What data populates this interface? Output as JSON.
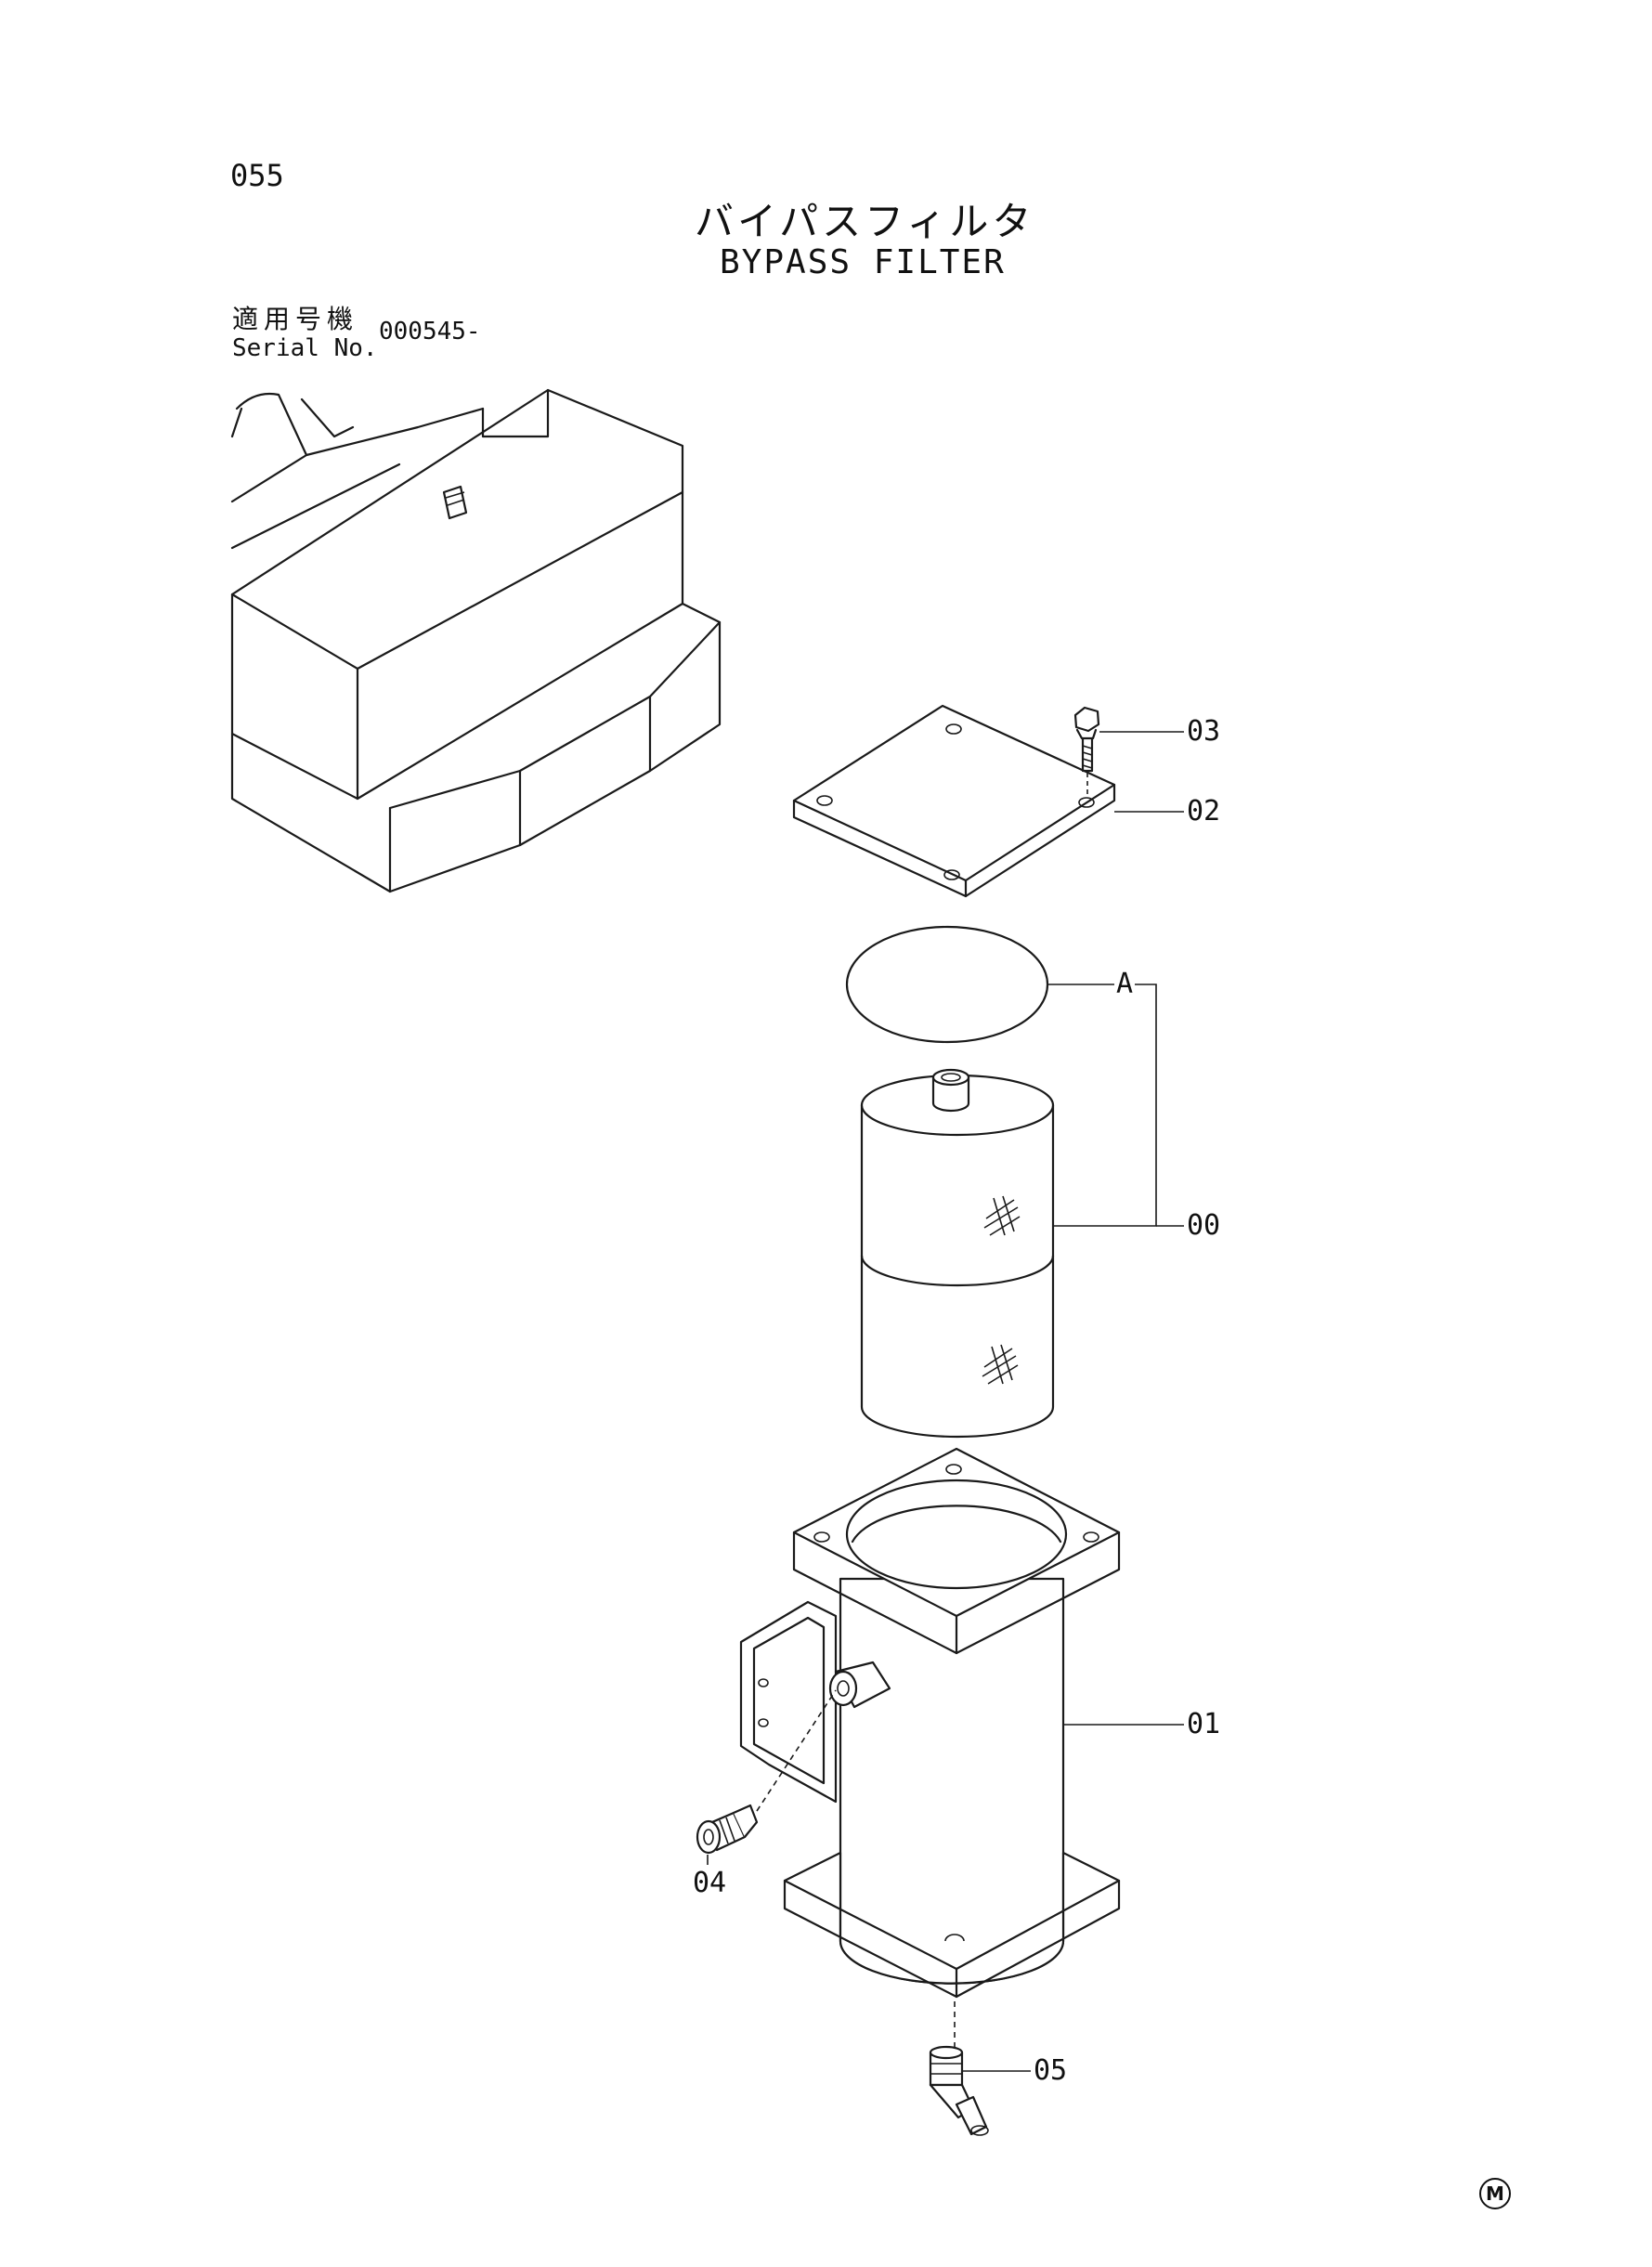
{
  "header": {
    "page_number": "055",
    "title_jp": "バイパスフィルタ",
    "title_en": "BYPASS FILTER",
    "serial_label_jp": "適用号機",
    "serial_label_en": "Serial No.",
    "serial_value": "000545-"
  },
  "callouts": [
    {
      "id": "03",
      "label": "03"
    },
    {
      "id": "02",
      "label": "02"
    },
    {
      "id": "A",
      "label": "A"
    },
    {
      "id": "00",
      "label": "00"
    },
    {
      "id": "01",
      "label": "01"
    },
    {
      "id": "04",
      "label": "04"
    },
    {
      "id": "05",
      "label": "05"
    }
  ],
  "footer": {
    "mark": "M"
  }
}
